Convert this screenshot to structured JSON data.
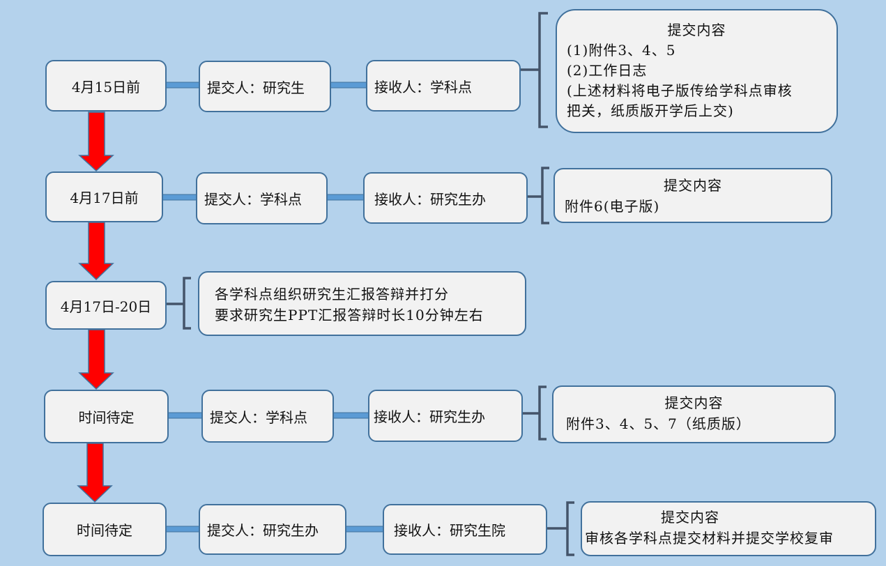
{
  "rows": [
    {
      "date": "4月15日前",
      "submitter": "提交人：研究生",
      "receiver": "接收人：学科点",
      "content_title": "提交内容",
      "content_lines": [
        "(1)附件3、4、5",
        "(2)工作日志",
        "(上述材料将电子版传给学科点审核",
        "把关，纸质版开学后上交)"
      ]
    },
    {
      "date": "4月17日前",
      "submitter": "提交人：学科点",
      "receiver": "接收人：研究生办",
      "content_title": "提交内容",
      "content_lines": [
        "附件6(电子版)"
      ]
    },
    {
      "date": "4月17日-20日",
      "content_lines": [
        "各学科点组织研究生汇报答辩并打分",
        "要求研究生PPT汇报答辩时长10分钟左右"
      ]
    },
    {
      "date": "时间待定",
      "submitter": "提交人：学科点",
      "receiver": "接收人：研究生办",
      "content_title": "提交内容",
      "content_lines": [
        "附件3、4、5、7（纸质版）"
      ]
    },
    {
      "date": "时间待定",
      "submitter": "提交人：研究生办",
      "receiver": "接收人：研究生院",
      "content_title": "提交内容",
      "content_lines": [
        "审核各学科点提交材料并提交学校复审"
      ]
    }
  ],
  "colors": {
    "background": "#b4d2ec",
    "box_fill": "#f2f2f2",
    "box_border": "#41719c",
    "connector": "#5b9bd5",
    "arrow": "#ff0000",
    "bracket": "#44546a"
  }
}
